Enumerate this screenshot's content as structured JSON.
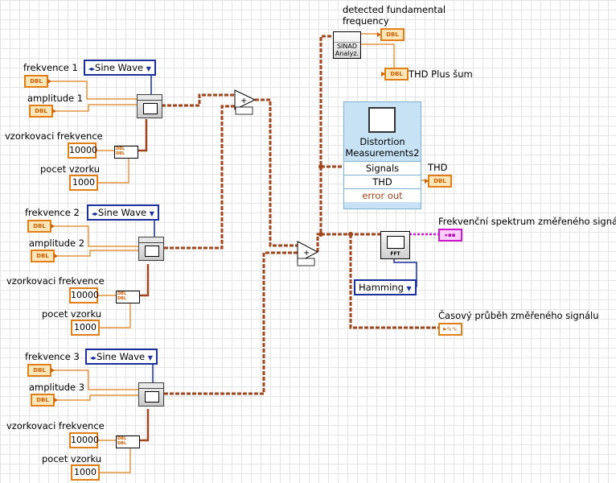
{
  "rows": [
    {
      "freq_label": "frekvence 1",
      "amp_label": "amplitude 1",
      "rate_label": "vzorkovaci frekvence",
      "count_label": "pocet vzorku",
      "waveform": "Sine Wave",
      "sampling_rate": "10000",
      "samples": "1000"
    },
    {
      "freq_label": "frekvence 2",
      "amp_label": "amplitude 2",
      "rate_label": "vzorkovaci frekvence",
      "count_label": "pocet vzorku",
      "waveform": "Sine Wave",
      "sampling_rate": "10000",
      "samples": "1000"
    },
    {
      "freq_label": "frekvence 3",
      "amp_label": "amplitude 3",
      "rate_label": "vzorkovaci frekvence",
      "count_label": "pocet vzorku",
      "waveform": "Sine Wave",
      "sampling_rate": "10000",
      "samples": "1000"
    }
  ],
  "terminal_type": "DBL",
  "sinad": {
    "icon_text_1": "SINAD",
    "icon_text_2": "Analyz.",
    "out_label": "detected fundamental frequency",
    "thd_label": "THD Plus šum"
  },
  "distortion": {
    "title_1": "Distortion",
    "title_2": "Measurements2",
    "term_signals": "Signals",
    "term_thd": "THD",
    "term_error": "error out",
    "out_label": "THD"
  },
  "fft": {
    "icon_text": "FFT",
    "window": "Hamming",
    "out_label": "Frekvenční spektrum změřeného signálu"
  },
  "time": {
    "out_label": "Časový průběh změřeného signálu"
  },
  "add_node_symbol": "+",
  "wire_colors": {
    "waveform": "#a0461e",
    "numeric": "#e07f17",
    "enum": "#1a2f9c",
    "cluster": "#d017d0"
  }
}
